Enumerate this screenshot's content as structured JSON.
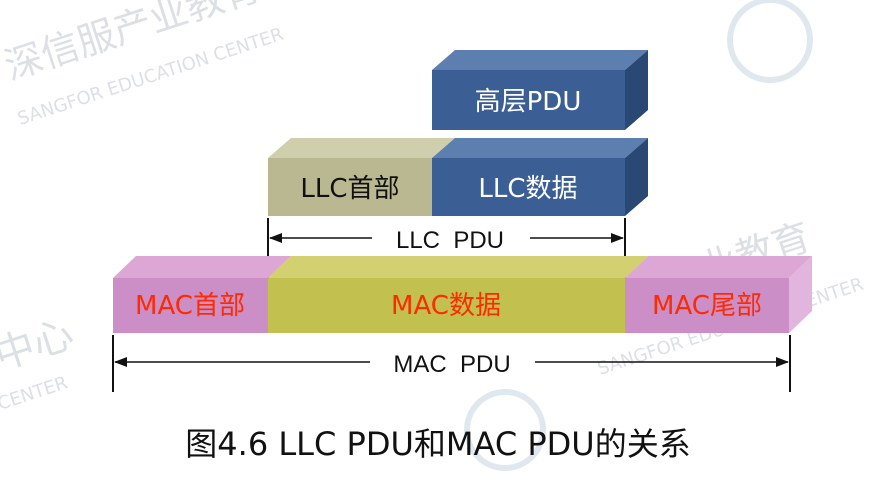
{
  "diagram": {
    "higher_layer": {
      "label": "高层PDU"
    },
    "llc_header": {
      "label": "LLC首部"
    },
    "llc_data": {
      "label": "LLC数据"
    },
    "llc_pdu_span": {
      "label": "LLC  PDU"
    },
    "mac_header": {
      "label": "MAC首部"
    },
    "mac_data": {
      "label": "MAC数据"
    },
    "mac_trailer": {
      "label": "MAC尾部"
    },
    "mac_pdu_span": {
      "label": "MAC  PDU"
    },
    "caption": "图4.6 LLC PDU和MAC PDU的关系"
  },
  "watermark": {
    "cn_brand": "深信服产业教育",
    "en_brand": "SANGFOR EDUCATION CENTER",
    "cn_short": "中心",
    "en_short": "CENTER"
  },
  "colors": {
    "blue_front": "#3b5f94",
    "blue_top": "#5d7fb0",
    "blue_side": "#2a4874",
    "khaki_front": "#b9b890",
    "khaki_top": "#cfcfad",
    "mac_end_front": "#cc8ec6",
    "mac_end_top": "#dca7d5",
    "mac_end_side": "#e2b5de",
    "mac_data_front": "#c2c04f",
    "mac_data_top": "#d2d070",
    "label_red": "#ff2a00",
    "label_white": "#ffffff",
    "label_dark": "#111111"
  }
}
